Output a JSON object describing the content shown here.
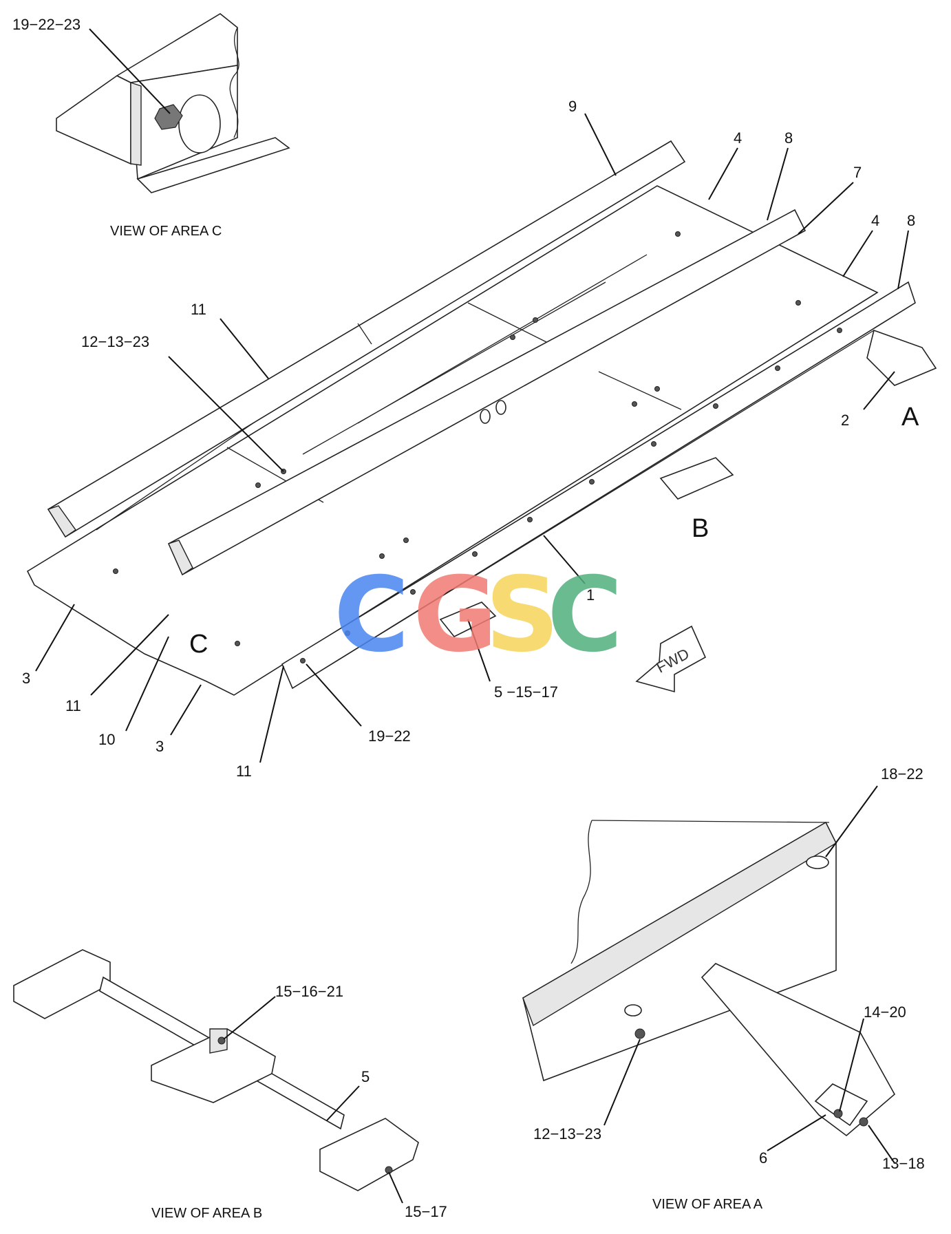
{
  "captions": {
    "view_c": "VIEW OF AREA  C",
    "view_b": "VIEW OF AREA  B",
    "view_a": "VIEW OF AREA  A"
  },
  "area_markers": {
    "a": "A",
    "b": "B",
    "c": "C"
  },
  "direction": "FWD",
  "watermark": {
    "letters": [
      "C",
      "G",
      "S",
      "C"
    ],
    "colors": [
      "#4a86f0",
      "#f07b73",
      "#f6d45a",
      "#52b07e"
    ]
  },
  "callouts": {
    "c1": "19−22−23",
    "c2": "9",
    "c3": "4",
    "c4": "8",
    "c5": "7",
    "c6": "4",
    "c7": "8",
    "c8": "11",
    "c9": "12−13−23",
    "c10": "2",
    "c11": "1",
    "c12": "3",
    "c13": "11",
    "c14": "10",
    "c15": "3",
    "c16": "11",
    "c17": "19−22",
    "c18": "5 −15−17",
    "c19": "18−22",
    "c20": "15−16−21",
    "c21": "5",
    "c22": "15−17",
    "c23": "14−20",
    "c24": "12−13−23",
    "c25": "6",
    "c26": "13−18"
  }
}
